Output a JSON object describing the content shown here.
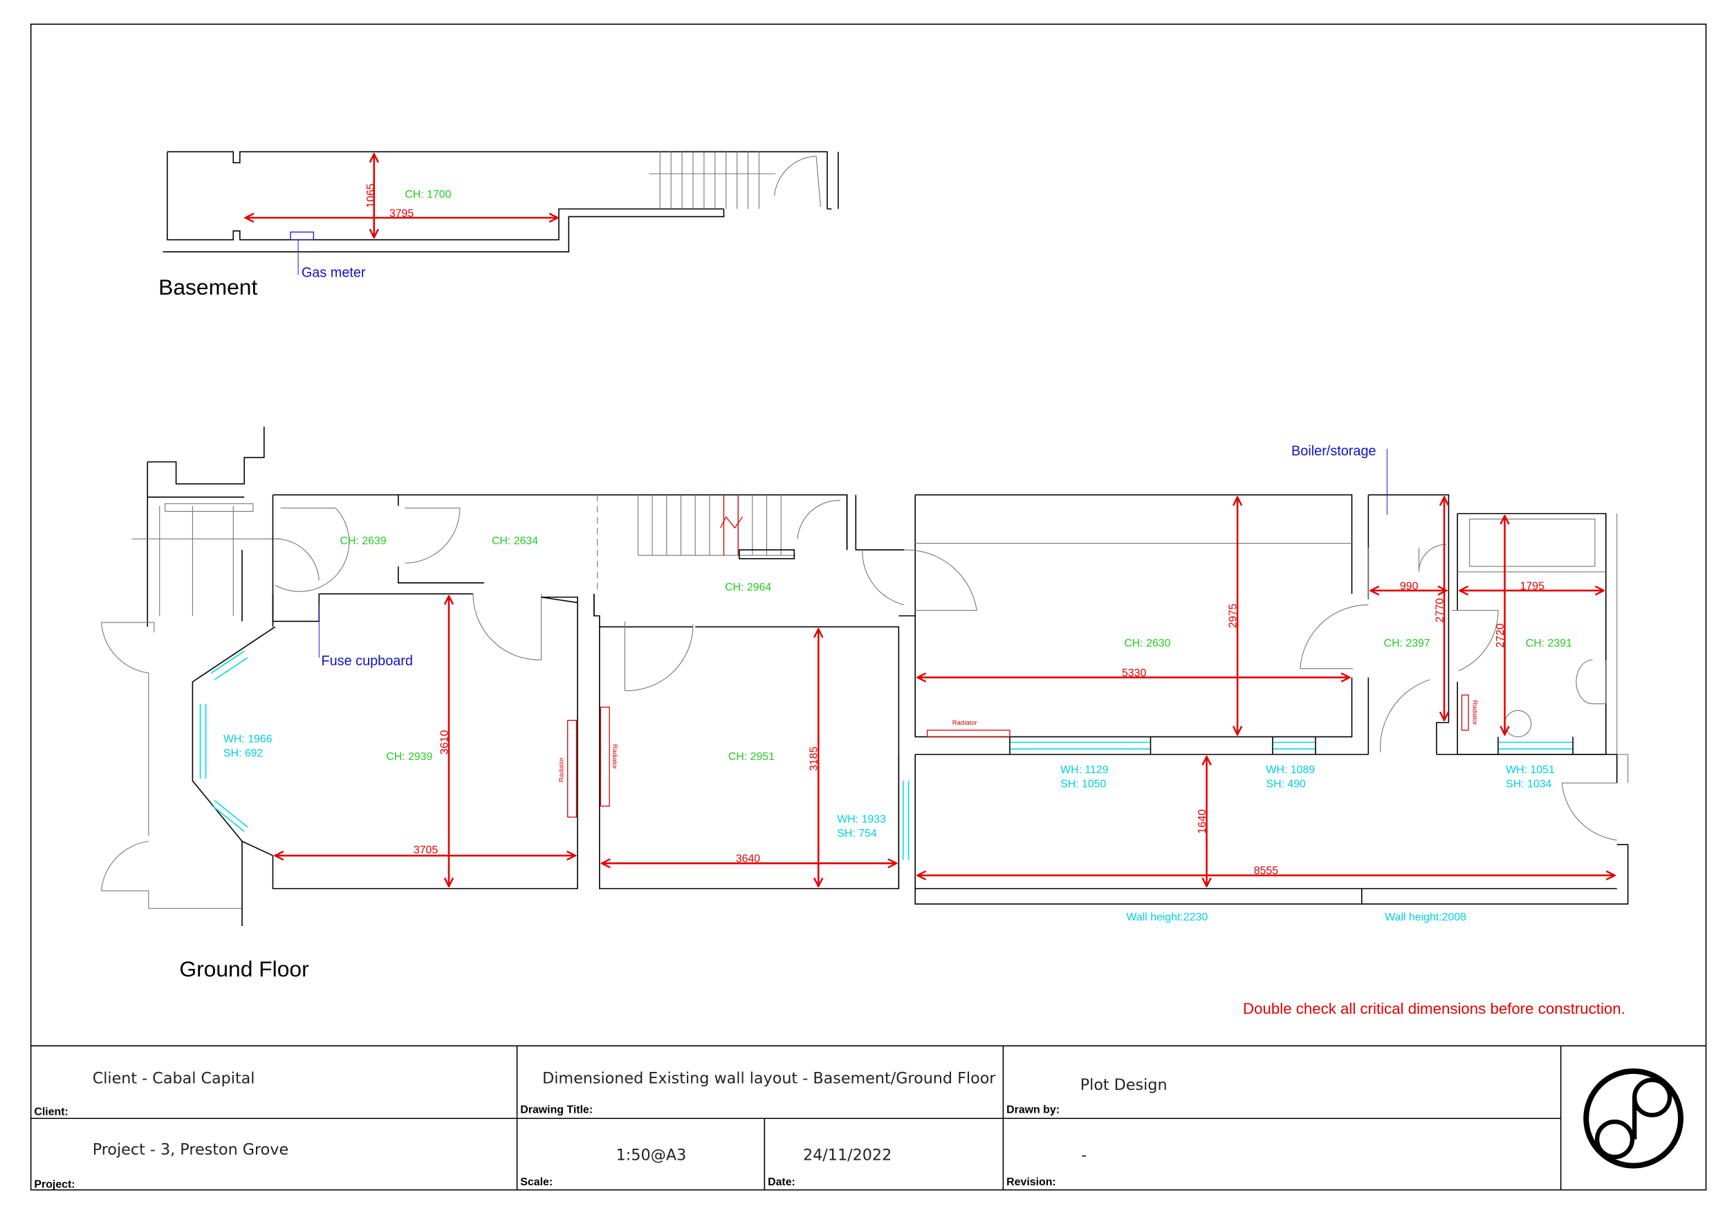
{
  "basement": {
    "title": "Basement",
    "ceiling_height": "CH: 1700",
    "dims": {
      "vertical": "1065",
      "horizontal": "3795"
    },
    "gas_meter_label": "Gas meter"
  },
  "ground_floor": {
    "title": "Ground Floor",
    "ceiling_heights": [
      "CH: 2639",
      "CH: 2634",
      "CH: 2964",
      "CH: 2939",
      "CH: 2951",
      "CH: 2630",
      "CH: 2397",
      "CH: 2391"
    ],
    "dims": {
      "front_room_depth": "3610",
      "front_room_width": "3705",
      "middle_room_depth": "3185",
      "middle_room_width": "3640",
      "kitchen_depth": "2975",
      "kitchen_width": "5330",
      "boiler_width": "990",
      "boiler_depth": "2770",
      "bath_width": "1795",
      "bath_depth": "2720",
      "rear_depth": "1640",
      "rear_width": "8555"
    },
    "windows": [
      {
        "wh": "WH: 1966",
        "sh": "SH: 692"
      },
      {
        "wh": "WH: 1933",
        "sh": "SH: 754"
      },
      {
        "wh": "WH: 1129",
        "sh": "SH: 1050"
      },
      {
        "wh": "WH: 1089",
        "sh": "SH: 490"
      },
      {
        "wh": "WH: 1051",
        "sh": "SH: 1034"
      }
    ],
    "wall_heights": [
      "Wall height:2230",
      "Wall height:2008"
    ],
    "radiator_label": "Radiator",
    "fuse_cupboard_label": "Fuse cupboard",
    "boiler_label": "Boiler/storage"
  },
  "warning": "Double check all critical dimensions before construction.",
  "title_block": {
    "client_label": "Client:",
    "client_value": "Client - Cabal Capital",
    "drawing_title_label": "Drawing Title:",
    "drawing_title_value": "Dimensioned Existing wall layout - Basement/Ground Floor",
    "drawn_by_label": "Drawn by:",
    "drawn_by_value": "Plot Design",
    "project_label": "Project:",
    "project_value": "Project - 3, Preston Grove",
    "scale_label": "Scale:",
    "scale_value": "1:50@A3",
    "date_label": "Date:",
    "date_value": "24/11/2022",
    "revision_label": "Revision:",
    "revision_value": "-"
  }
}
